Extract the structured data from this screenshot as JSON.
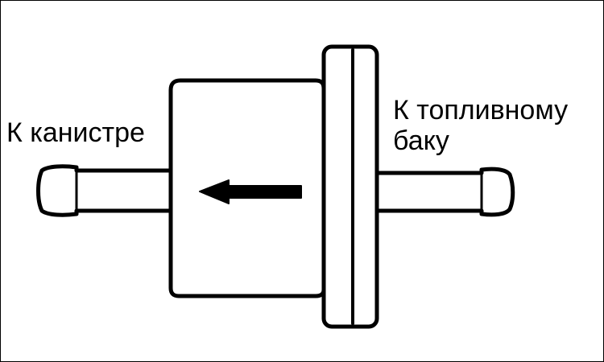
{
  "labels": {
    "left": "К канистре",
    "right_line1": "К топливному",
    "right_line2": "баку"
  },
  "colors": {
    "stroke": "#000000",
    "background": "#ffffff"
  },
  "flow_direction": "left"
}
